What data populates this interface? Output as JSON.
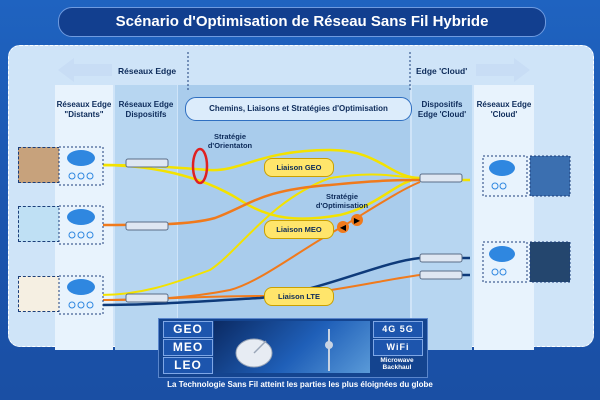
{
  "title": "Scénario d'Optimisation de Réseau Sans Fil Hybride",
  "edge_left_label": "Réseaux Edge",
  "edge_right_label": "Edge 'Cloud'",
  "columns": {
    "remote_edge": "Réseaux Edge \"Distants\"",
    "edge_devices": "Réseaux Edge Dispositifs",
    "center": "Chemins, Liaisons et Stratégies d'Optimisation",
    "cloud_devices": "Dispositifs Edge 'Cloud'",
    "cloud_edge": "Réseaux Edge 'Cloud'"
  },
  "annotations": {
    "orientation": "Stratégie d'Orientaton",
    "optimisation": "Stratégie d'Optimisation"
  },
  "links": {
    "geo": "Liaison GEO",
    "meo": "Liaison MEO",
    "lte": "Liaison LTE"
  },
  "tech": {
    "geo": "GEO",
    "meo": "MEO",
    "leo": "LEO",
    "g45": "4G 5G",
    "wifi": "WiFi",
    "microwave": "Microwave Backhaul"
  },
  "caption": "La Technologie Sans Fil atteint les parties les plus éloignées du globe",
  "colors": {
    "yellow_path": "#f3e200",
    "orange_path": "#f07a1c",
    "navy_path": "#0e3a7a",
    "accent_red": "#e02020"
  },
  "icons": [
    "cloud-network-icon",
    "router-icon",
    "satellite-dish-icon",
    "car-icon",
    "cruise-ship-icon",
    "ambulance-icon"
  ]
}
